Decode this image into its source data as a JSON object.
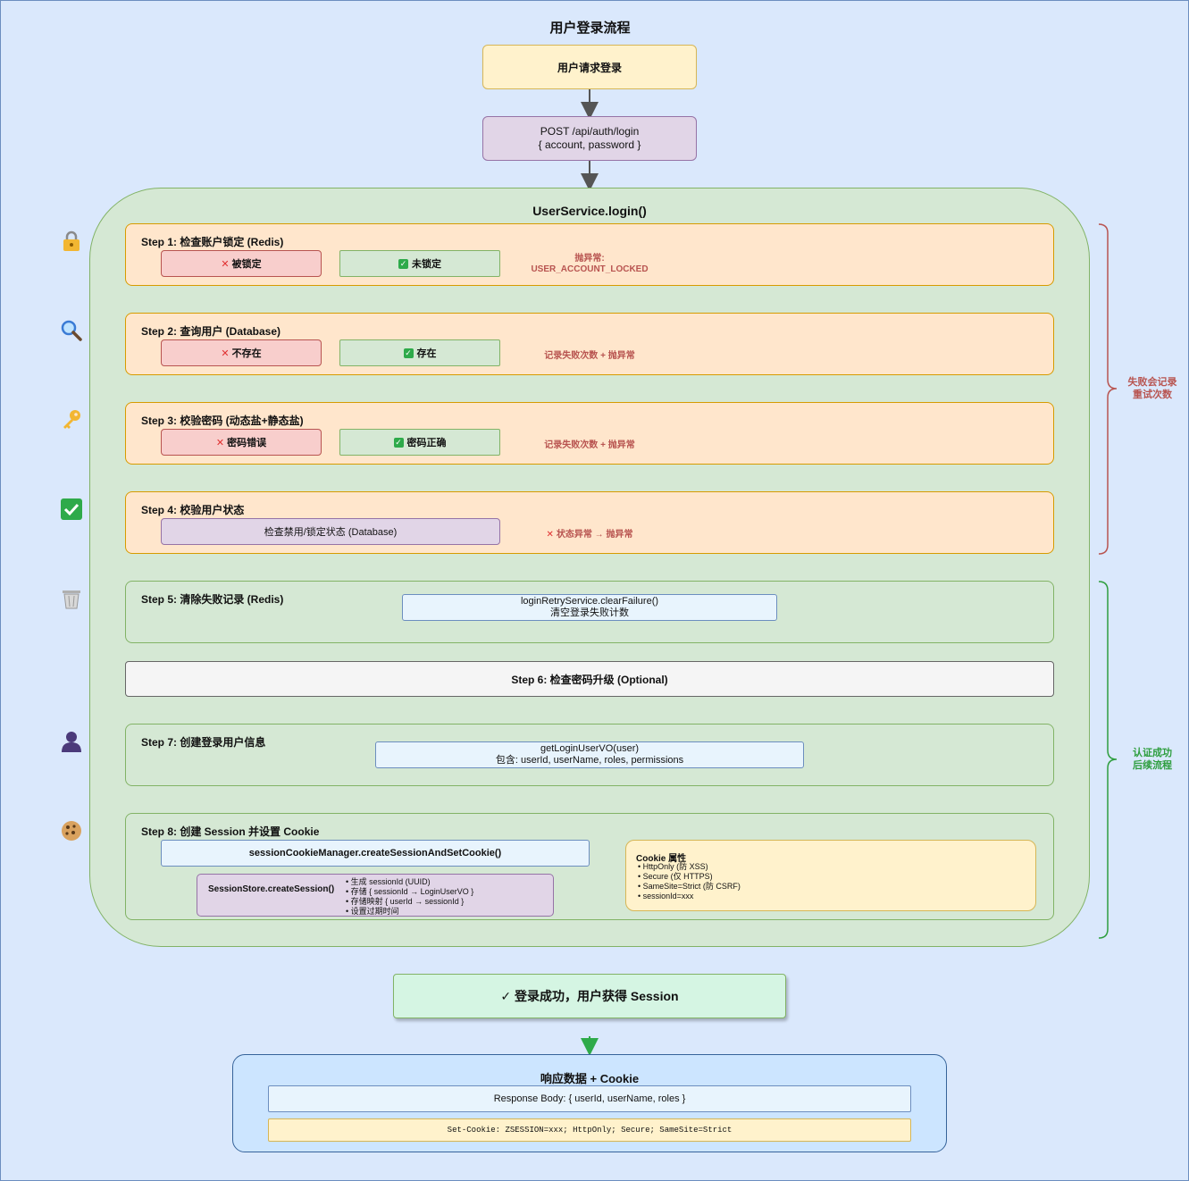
{
  "title": "用户登录流程",
  "top_boxes": {
    "request": "用户请求登录",
    "post_line1": "POST /api/auth/login",
    "post_line2": "{ account, password }"
  },
  "service": {
    "title": "UserService.login()"
  },
  "icons": [
    "lock-icon",
    "magnifier-icon",
    "key-icon",
    "checkmark-icon",
    "trash-icon",
    "user-icon",
    "cookie-icon"
  ],
  "steps": [
    {
      "title": "Step 1: 检查账户锁定 (Redis)",
      "fail": "被锁定",
      "pass": "未锁定",
      "error_line1": "抛异常:",
      "error_line2": "USER_ACCOUNT_LOCKED"
    },
    {
      "title": "Step 2: 查询用户 (Database)",
      "fail": "不存在",
      "pass": "存在",
      "error": "记录失败次数 + 抛异常"
    },
    {
      "title": "Step 3: 校验密码 (动态盐+静态盐)",
      "fail": "密码错误",
      "pass": "密码正确",
      "error": "记录失败次数 + 抛异常"
    },
    {
      "title": "Step 4: 校验用户状态",
      "check": "检查禁用/锁定状态 (Database)",
      "error": "状态异常 → 抛异常"
    },
    {
      "title": "Step 5: 清除失败记录 (Redis)",
      "call_line1": "loginRetryService.clearFailure()",
      "call_line2": "清空登录失败计数"
    },
    {
      "title": "Step 6: 检查密码升级 (Optional)"
    },
    {
      "title": "Step 7: 创建登录用户信息",
      "call_line1": "getLoginUserVO(user)",
      "call_line2": "包含: userId, userName, roles, permissions"
    },
    {
      "title": "Step 8: 创建 Session 并设置 Cookie",
      "call": "sessionCookieManager.createSessionAndSetCookie()",
      "store": "SessionStore.createSession()",
      "store_items": [
        "• 生成 sessionId (UUID)",
        "• 存储 { sessionId → LoginUserVO }",
        "• 存储映射 { userId → sessionId }",
        "• 设置过期时间"
      ],
      "cookie_title": "Cookie 属性",
      "cookie_items": [
        "• HttpOnly (防 XSS)",
        "• Secure (仅 HTTPS)",
        "• SameSite=Strict (防 CSRF)",
        "• sessionId=xxx"
      ]
    }
  ],
  "braces": {
    "failure_line1": "失败会记录",
    "failure_line2": "重试次数",
    "success_line1": "认证成功",
    "success_line2": "后续流程"
  },
  "result": "✓ 登录成功，用户获得 Session",
  "response": {
    "title": "响应数据 + Cookie",
    "body": "Response Body: { userId, userName, roles }",
    "cookie": "Set-Cookie: ZSESSION=xxx; HttpOnly; Secure; SameSite=Strict"
  },
  "colors": {
    "background": "#dae8fc",
    "error_text": "#b85450",
    "failure_brace": "#b85450",
    "success_brace": "#2e9e3e",
    "success_arrow": "#2eaa4a"
  }
}
